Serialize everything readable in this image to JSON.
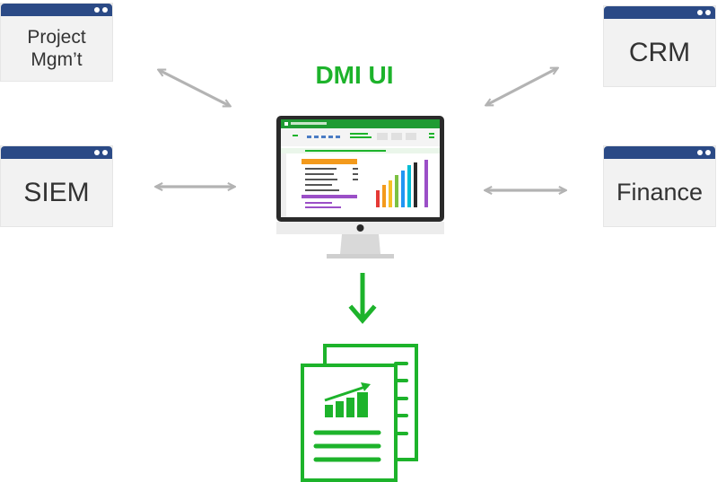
{
  "title": "DMI UI",
  "systems": [
    {
      "name": "project-mgmt",
      "label": "Project\nMgm’t"
    },
    {
      "name": "crm",
      "label": "CRM"
    },
    {
      "name": "siem",
      "label": "SIEM"
    },
    {
      "name": "finance",
      "label": "Finance"
    }
  ],
  "colors": {
    "accent": "#1db32b",
    "window_bar": "#2b4a86",
    "window_body": "#f2f2f2",
    "arrow": "#b3b3b3",
    "monitor_bezel": "#2a2a2a"
  },
  "icons": [
    "bidirectional-arrow-icon",
    "monitor-icon",
    "spreadsheet-screen",
    "down-arrow-icon",
    "report-document-icon"
  ]
}
